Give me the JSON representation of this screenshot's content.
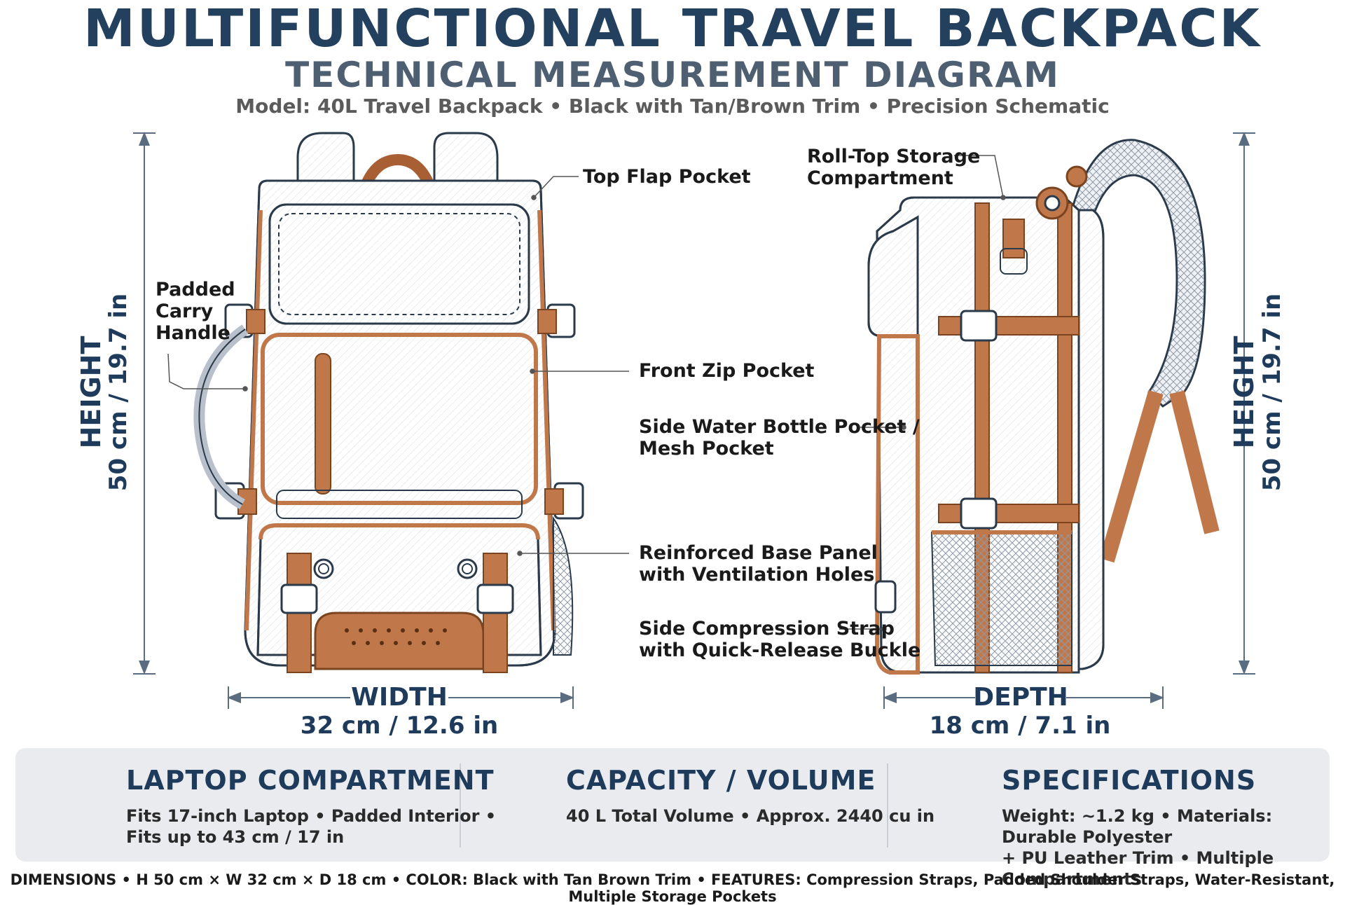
{
  "header": {
    "title": "MULTIFUNCTIONAL TRAVEL BACKPACK",
    "subtitle": "TECHNICAL MEASUREMENT DIAGRAM",
    "model_line": "Model: 40L Travel Backpack • Black with Tan/Brown Trim • Precision Schematic"
  },
  "callouts": {
    "top_flap_pocket": "Top Flap Pocket",
    "padded_carry_handle": "Padded\nCarry\nHandle",
    "front_zip_pocket": "Front Zip Pocket",
    "side_water_bottle": "Side Water Bottle Pocket /\nMesh Pocket",
    "reinforced_base": "Reinforced Base Panel\nwith Ventilation Holes",
    "side_compression": "Side Compression Strap\nwith Quick-Release Buckle",
    "roll_top": "Roll-Top Storage\nCompartment"
  },
  "dimensions": {
    "height_label": "HEIGHT",
    "height_value": "50 cm / 19.7 in",
    "width_label": "WIDTH",
    "width_value": "32 cm / 12.6 in",
    "depth_label": "DEPTH",
    "depth_value": "18 cm / 7.1 in"
  },
  "panels": {
    "laptop": {
      "icon": "laptop-icon",
      "title": "LAPTOP COMPARTMENT",
      "text": "Fits 17-inch Laptop • Padded Interior •\nFits up to 43 cm / 17 in"
    },
    "capacity": {
      "icon": "box-icon",
      "title": "CAPACITY / VOLUME",
      "text": "40 L Total Volume • Approx. 2440 cu in"
    },
    "specs": {
      "icon": "package-icon",
      "title": "SPECIFICATIONS",
      "text": "Weight: ~1.2 kg • Materials: Durable Polyester\n+ PU Leather Trim • Multiple Compartments"
    }
  },
  "footer": "DIMENSIONS • H 50 cm × W 32 cm × D 18 cm • COLOR: Black with Tan Brown Trim • FEATURES: Compression Straps, Padded Shoulder Straps, Water-Resistant, Multiple Storage Pockets",
  "colors": {
    "navy": "#1f3b5c",
    "tan": "#c0784a",
    "outline": "#2b3a4a",
    "panel_bg": "#e9ebee"
  }
}
